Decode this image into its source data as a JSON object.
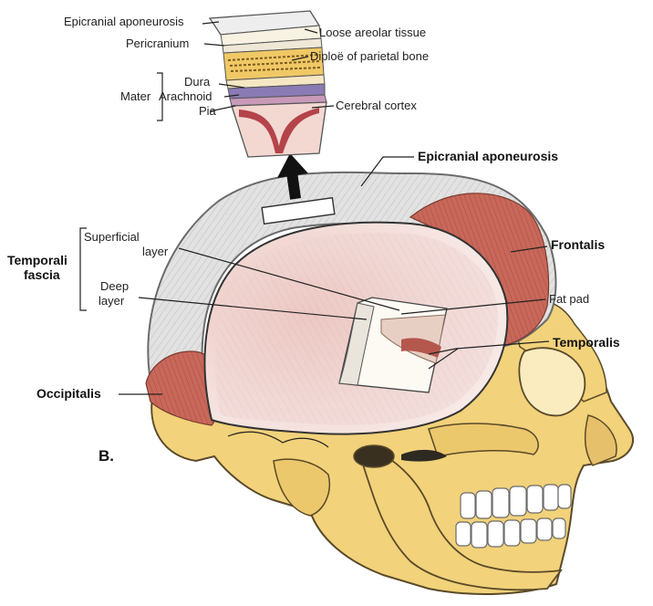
{
  "figure": {
    "panel_letter": "B."
  },
  "labels": {
    "epicranial_aponeurosis_top": "Epicranial aponeurosis",
    "loose_areolar_tissue": "Loose areolar tissue",
    "pericranium": "Pericranium",
    "diploe": "Diploë of parietal bone",
    "dura": "Dura",
    "arachnoid": "Arachnoid",
    "pia": "Pia",
    "mater": "Mater",
    "cerebral_cortex": "Cerebral cortex",
    "epicranial_aponeurosis_main": "Epicranial aponeurosis",
    "frontalis": "Frontalis",
    "temporal_fascia_line1": "Temporali",
    "temporal_fascia_line2": "fascia",
    "superficial_line1": "Superficial",
    "superficial_line2": "layer",
    "deep_line1": "Deep",
    "deep_line2": "layer",
    "fat_pad": "Fat pad",
    "temporalis": "Temporalis",
    "occipitalis": "Occipitalis"
  },
  "colors": {
    "bone": "#f2d27a",
    "bone_shadow": "#d9b45a",
    "aponeurosis": "#dedede",
    "muscle": "#c8685a",
    "fascia": "#f0d2cf",
    "cortex": "#b5434a",
    "arachnoid": "#8a7bb5"
  }
}
